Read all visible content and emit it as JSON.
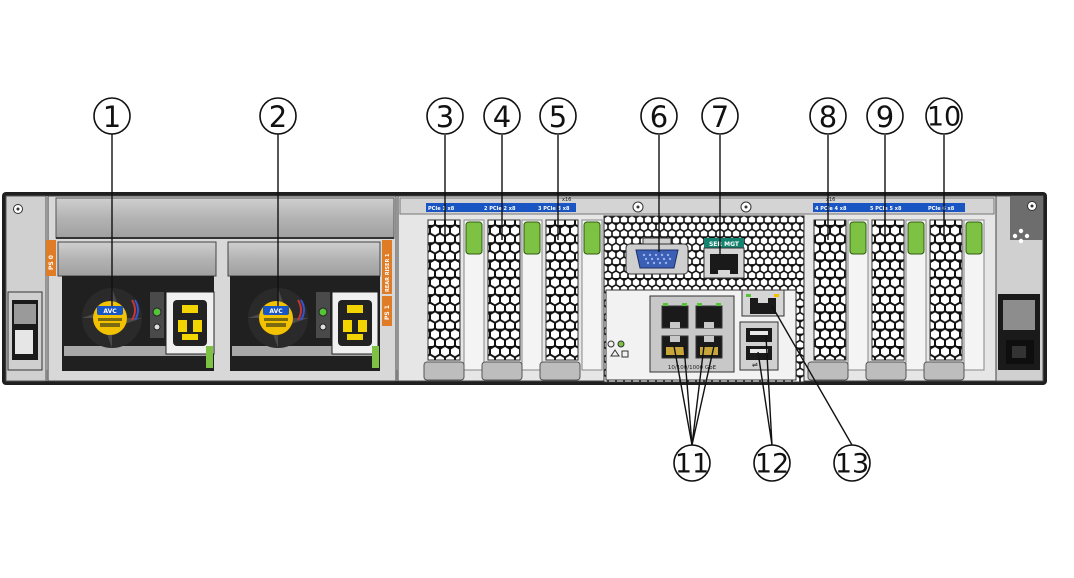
{
  "diagram": {
    "callouts": [
      {
        "id": 1,
        "label": "1",
        "component": "power-supply-fan"
      },
      {
        "id": 2,
        "label": "2",
        "component": "power-supply-fan"
      },
      {
        "id": 3,
        "label": "3",
        "component": "pcie-slot"
      },
      {
        "id": 4,
        "label": "4",
        "component": "pcie-slot"
      },
      {
        "id": 5,
        "label": "5",
        "component": "pcie-slot"
      },
      {
        "id": 6,
        "label": "6",
        "component": "vga-port"
      },
      {
        "id": 7,
        "label": "7",
        "component": "serial-port"
      },
      {
        "id": 8,
        "label": "8",
        "component": "pcie-slot"
      },
      {
        "id": 9,
        "label": "9",
        "component": "pcie-slot"
      },
      {
        "id": 10,
        "label": "10",
        "component": "pcie-slot"
      },
      {
        "id": 11,
        "label": "11",
        "component": "network-ports"
      },
      {
        "id": 12,
        "label": "12",
        "component": "usb-ports"
      },
      {
        "id": 13,
        "label": "13",
        "component": "net-mgt-port"
      }
    ],
    "chassis_labels": {
      "psu0": "PS 0",
      "psu1": "PS 1",
      "rear_riser": "REAR RISER 1",
      "pcie_left_a": "PCIe 1 x8",
      "pcie_left_b": "2 PCIe 2 x8",
      "pcie_left_c": "3 PCIe 3 x8",
      "pcie_right_a": "4 PCIe 4 x8",
      "pcie_right_b": "5 PCIe 5 x8",
      "pcie_right_c": "PCIe 6 x8",
      "x16_left": "x16",
      "x16_right": "x16",
      "serial_mgt": "SER MGT",
      "net_speed": "10/100/1000 GbE",
      "fan_brand": "AVC"
    },
    "colors": {
      "chassis": "#d9d9d9",
      "dark": "#1a1a1a",
      "latch_green": "#7dc242",
      "label_blue": "#1a55c4",
      "label_orange": "#e07b28",
      "fan_yellow": "#f2c100",
      "vga_blue": "#3a5fb5",
      "teal": "#13836f"
    }
  }
}
